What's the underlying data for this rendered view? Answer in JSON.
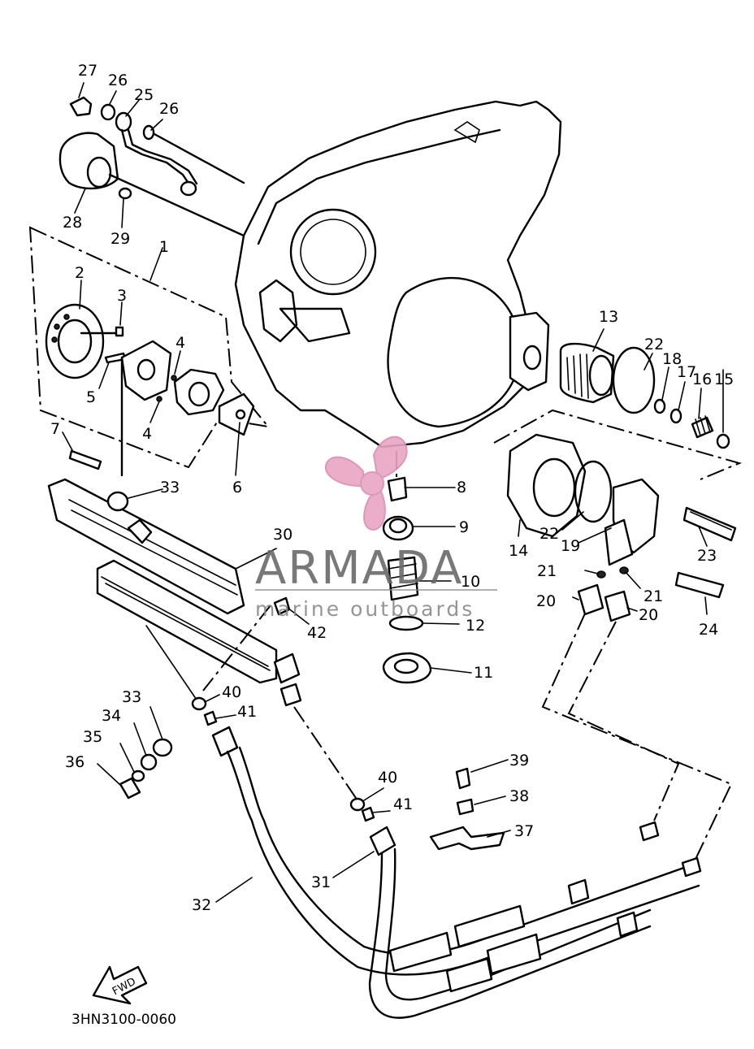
{
  "diagram": {
    "drawing_code": "3HN3100-0060",
    "direction_label": "FWD",
    "callouts": [
      {
        "id": "c27",
        "label": "27"
      },
      {
        "id": "c26a",
        "label": "26"
      },
      {
        "id": "c25",
        "label": "25"
      },
      {
        "id": "c26b",
        "label": "26"
      },
      {
        "id": "c28",
        "label": "28"
      },
      {
        "id": "c29",
        "label": "29"
      },
      {
        "id": "c1",
        "label": "1"
      },
      {
        "id": "c2",
        "label": "2"
      },
      {
        "id": "c3",
        "label": "3"
      },
      {
        "id": "c4a",
        "label": "4"
      },
      {
        "id": "c4b",
        "label": "4"
      },
      {
        "id": "c5",
        "label": "5"
      },
      {
        "id": "c6",
        "label": "6"
      },
      {
        "id": "c7",
        "label": "7"
      },
      {
        "id": "c13",
        "label": "13"
      },
      {
        "id": "c22a",
        "label": "22"
      },
      {
        "id": "c18",
        "label": "18"
      },
      {
        "id": "c17",
        "label": "17"
      },
      {
        "id": "c16",
        "label": "16"
      },
      {
        "id": "c15",
        "label": "15"
      },
      {
        "id": "c8",
        "label": "8"
      },
      {
        "id": "c9",
        "label": "9"
      },
      {
        "id": "c10",
        "label": "10"
      },
      {
        "id": "c12",
        "label": "12"
      },
      {
        "id": "c11",
        "label": "11"
      },
      {
        "id": "c14",
        "label": "14"
      },
      {
        "id": "c22b",
        "label": "22"
      },
      {
        "id": "c19",
        "label": "19"
      },
      {
        "id": "c23",
        "label": "23"
      },
      {
        "id": "c21a",
        "label": "21"
      },
      {
        "id": "c21b",
        "label": "21"
      },
      {
        "id": "c20a",
        "label": "20"
      },
      {
        "id": "c20b",
        "label": "20"
      },
      {
        "id": "c24",
        "label": "24"
      },
      {
        "id": "c33a",
        "label": "33"
      },
      {
        "id": "c30",
        "label": "30"
      },
      {
        "id": "c42",
        "label": "42"
      },
      {
        "id": "c40a",
        "label": "40"
      },
      {
        "id": "c41a",
        "label": "41"
      },
      {
        "id": "c33b",
        "label": "33"
      },
      {
        "id": "c34",
        "label": "34"
      },
      {
        "id": "c35",
        "label": "35"
      },
      {
        "id": "c36",
        "label": "36"
      },
      {
        "id": "c40b",
        "label": "40"
      },
      {
        "id": "c41b",
        "label": "41"
      },
      {
        "id": "c39",
        "label": "39"
      },
      {
        "id": "c38",
        "label": "38"
      },
      {
        "id": "c37",
        "label": "37"
      },
      {
        "id": "c31",
        "label": "31"
      },
      {
        "id": "c32",
        "label": "32"
      }
    ]
  },
  "watermark": {
    "brand": "ARMADA",
    "tagline": "marine outboards",
    "color": "#e8a6c4"
  }
}
